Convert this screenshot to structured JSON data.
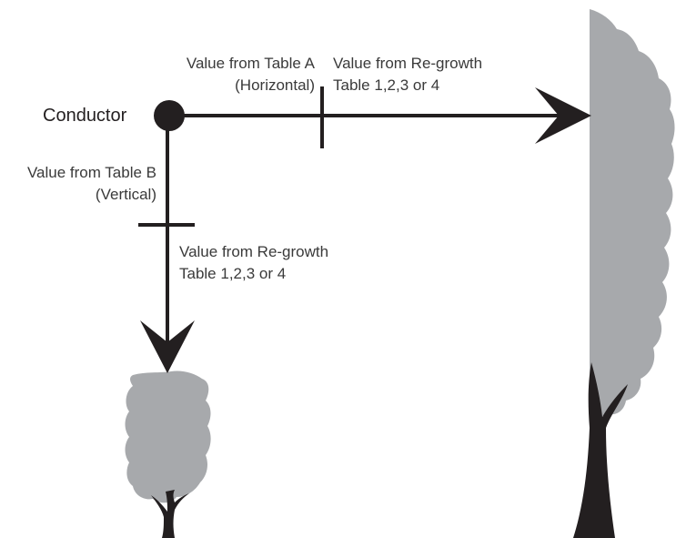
{
  "labels": {
    "conductor": "Conductor",
    "table_a_line1": "Value from Table A",
    "table_a_line2": "(Horizontal)",
    "regrowth_h_line1": "Value from Re-growth",
    "regrowth_h_line2": "Table 1,2,3 or 4",
    "table_b_line1": "Value from Table B",
    "table_b_line2": "(Vertical)",
    "regrowth_v_line1": "Value from Re-growth",
    "regrowth_v_line2": "Table 1,2,3 or 4"
  },
  "colors": {
    "line": "#231f20",
    "tree_foliage": "#a7a9ac",
    "trunk": "#231f20",
    "text": "#3a3a3a"
  },
  "icons": {
    "conductor": "conductor-dot-icon",
    "small_tree": "tree-icon",
    "large_tree": "tree-icon"
  }
}
